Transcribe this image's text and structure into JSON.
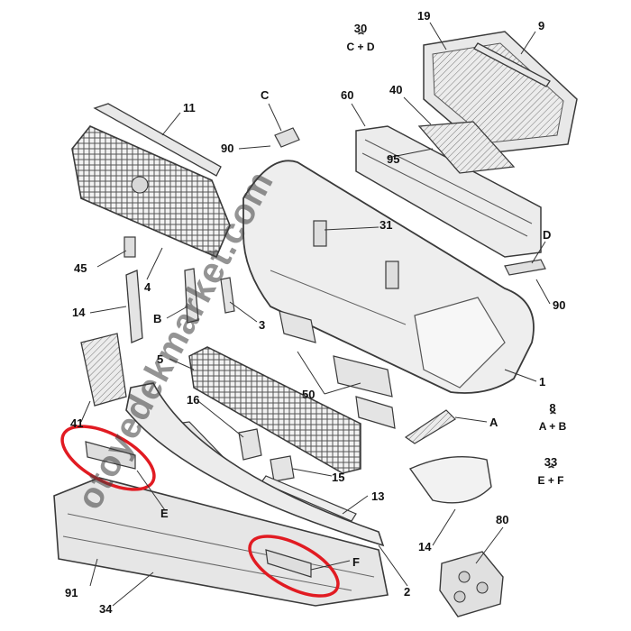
{
  "diagram": {
    "callouts": [
      "19",
      "9",
      "11",
      "C",
      "90",
      "60",
      "40",
      "95",
      "31",
      "D",
      "90",
      "45",
      "4",
      "B",
      "14",
      "3",
      "1",
      "5",
      "16",
      "50",
      "41",
      "A",
      "15",
      "E",
      "13",
      "F",
      "14",
      "91",
      "34",
      "2",
      "80"
    ],
    "combos": [
      {
        "top": "30",
        "bottom": "C + D"
      },
      {
        "top": "8",
        "bottom": "A + B"
      },
      {
        "top": "33",
        "bottom": "E + F"
      }
    ],
    "watermark": "otoyedekmarket.com",
    "colors": {
      "line": "#333333",
      "part_fill": "#e4e4e4",
      "part_stroke": "#3a3a3a",
      "highlight": "#e11b22"
    }
  }
}
